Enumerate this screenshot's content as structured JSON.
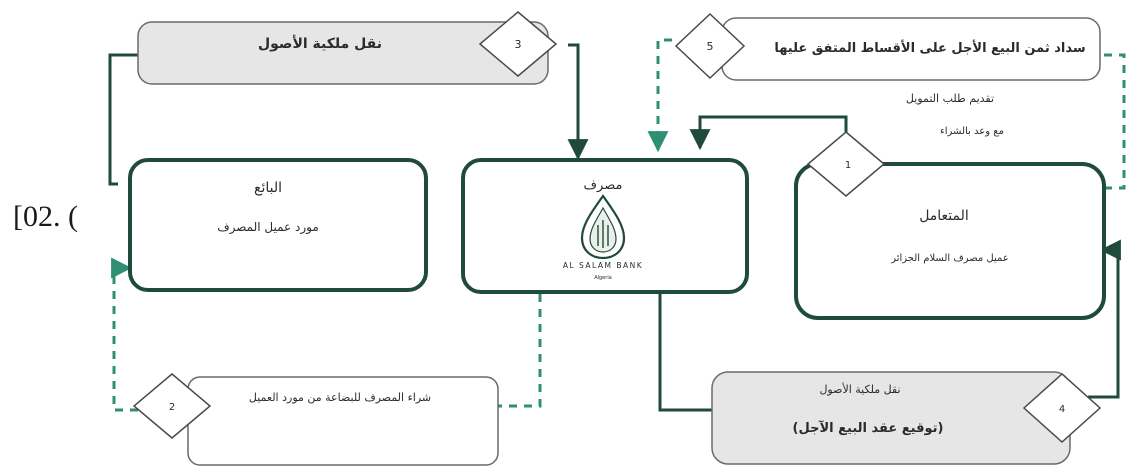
{
  "side_label": "[02. (",
  "nodes": {
    "seller": {
      "title": "البائع",
      "subtitle": "مورد عميل المصرف"
    },
    "bank": {
      "title": "مصرف",
      "logo_text": "AL SALAM BANK",
      "logo_sub": "Algeria"
    },
    "client": {
      "title": "المتعامل",
      "subtitle": "عميل مصرف السلام الجزائر"
    }
  },
  "notes": {
    "request_1": "تقديم طلب التمويل",
    "request_2": "مع وعد بالشراء"
  },
  "steps": [
    {
      "number": "1",
      "text": ""
    },
    {
      "number": "2",
      "text": "شراء المصرف للبضاعة من مورد العميل"
    },
    {
      "number": "3",
      "text": "نقل ملكية الأصول"
    },
    {
      "number": "4",
      "text": "نقل ملكية الأصول",
      "text2": "(توقيع عقد البيع الآجل)"
    },
    {
      "number": "5",
      "text": "سداد ثمن البيع الأجل على الأقساط المتفق عليها"
    }
  ],
  "colors": {
    "line": "#1f4a3d",
    "dashed": "#2f8f73",
    "box_fill": "#e6e6e6",
    "box_stroke": "#6a6a6a"
  }
}
